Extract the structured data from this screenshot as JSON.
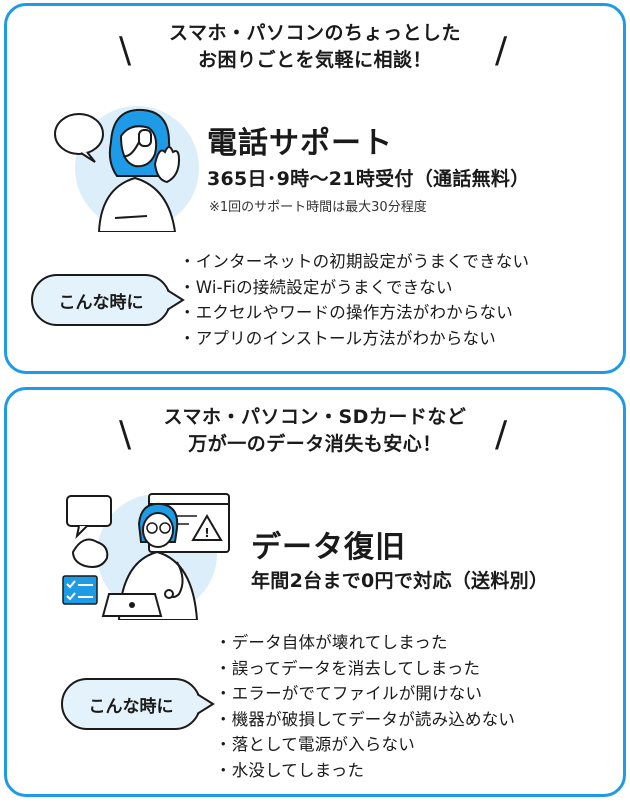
{
  "section1": {
    "headline_line1": "スマホ・パソコンのちょっとした",
    "headline_line2": "お困りごとを気軽に相談！",
    "title": "電話サポート",
    "hours": "365日･9時～21時受付（通話無料）",
    "note": "※1回のサポート時間は最大30分程度",
    "bubble": "こんな時に",
    "items": [
      "インターネットの初期設定がうまくできない",
      "Wi-Fiの接続設定がうまくできない",
      "エクセルやワードの操作方法がわからない",
      "アプリのインストール方法がわからない"
    ]
  },
  "section2": {
    "headline_line1": "スマホ・パソコン・SDカードなど",
    "headline_line2": "万が一のデータ消失も安心！",
    "title": "データ復旧",
    "subtitle": "年間2台まで0円で対応（送料別）",
    "bubble": "こんな時に",
    "items": [
      "データ自体が壊れてしまった",
      "誤ってデータを消去してしまった",
      "エラーがでてファイルが開けない",
      "機器が破損してデータが読み込めない",
      "落として電源が入らない",
      "水没してしまった"
    ]
  },
  "colors": {
    "accent": "#1e9be6",
    "bubble_fill": "#e3f2fb",
    "illustration_bg": "#dbeefa"
  }
}
